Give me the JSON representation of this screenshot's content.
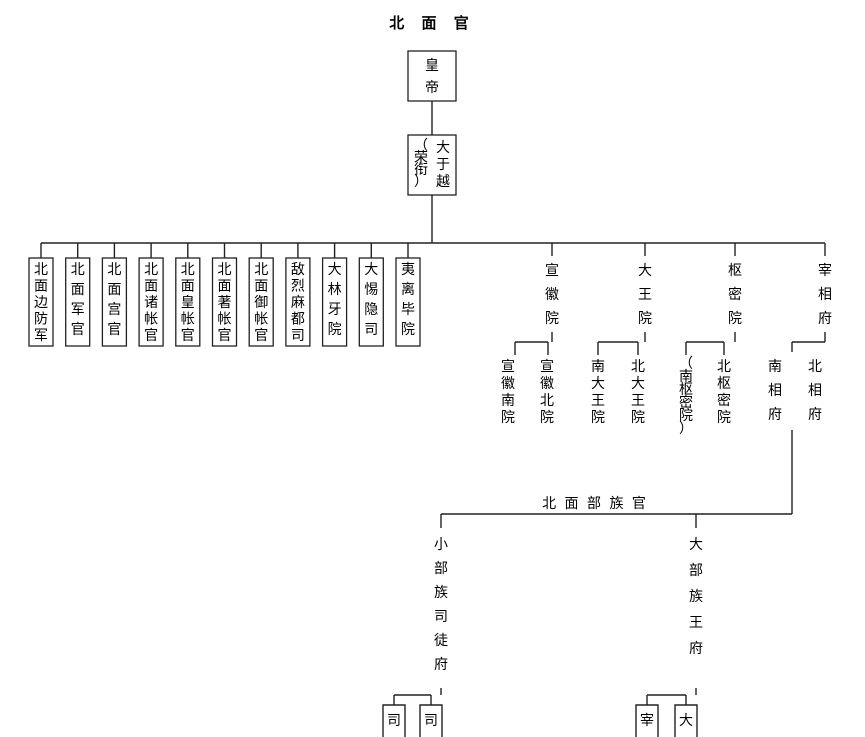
{
  "title": "北 面 官",
  "emperor": "皇帝",
  "yuyue": {
    "main": "大于越",
    "paren": "（荣衔）"
  },
  "left_offices": [
    "北面边防军",
    "北面军官",
    "北面宫官",
    "北面诸帐官",
    "北面皇帐官",
    "北面著帐官",
    "北面御帐官",
    "敌烈麻都司",
    "大林牙院",
    "大惕隐司",
    "夷离毕院"
  ],
  "xuanhui": {
    "label": "宣徽院",
    "subs": [
      "宣徽南院",
      "宣徽北院"
    ]
  },
  "dawang": {
    "label": "大王院",
    "subs": [
      "南大王院",
      "北大王院"
    ]
  },
  "shumi": {
    "label": "枢密院",
    "subs": [
      "（南枢密院）",
      "北枢密院"
    ]
  },
  "zaixiang": {
    "label": "宰相府",
    "subs": [
      "南相府",
      "北相府"
    ]
  },
  "tribal": {
    "header": "北 面 部 族 官",
    "small": {
      "label": "小部族司徒府"
    },
    "big": {
      "label": "大部族王府"
    },
    "bottom_left": [
      "司",
      "司"
    ],
    "bottom_right": [
      "宰",
      "大"
    ]
  }
}
